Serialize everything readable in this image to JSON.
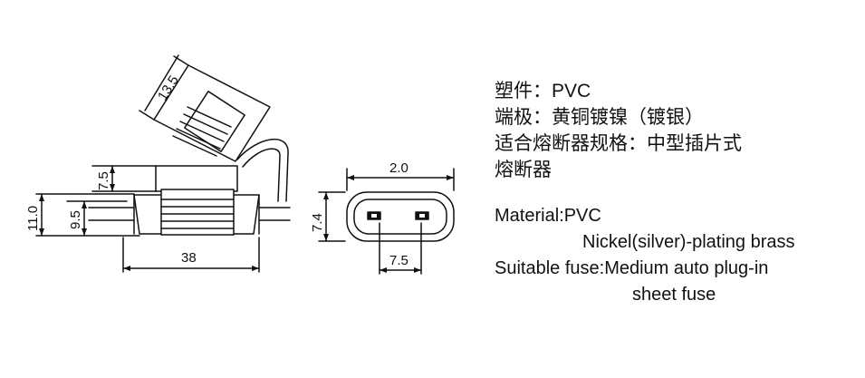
{
  "dimensions": {
    "cover_width": "13.5",
    "cover_height": "7.5",
    "total_height": "11.0",
    "body_height": "9.5",
    "length": "38",
    "end_width": "2.0",
    "end_height": "7.4",
    "terminal_spacing": "7.5"
  },
  "spec_cn": [
    "塑件：PVC",
    "端极：黄铜镀镍（镀银）",
    "适合熔断器规格：中型插片式",
    "熔断器"
  ],
  "spec_en": [
    "Material:PVC",
    "Nickel(silver)-plating brass",
    "Suitable fuse:Medium auto plug-in",
    "sheet fuse"
  ]
}
